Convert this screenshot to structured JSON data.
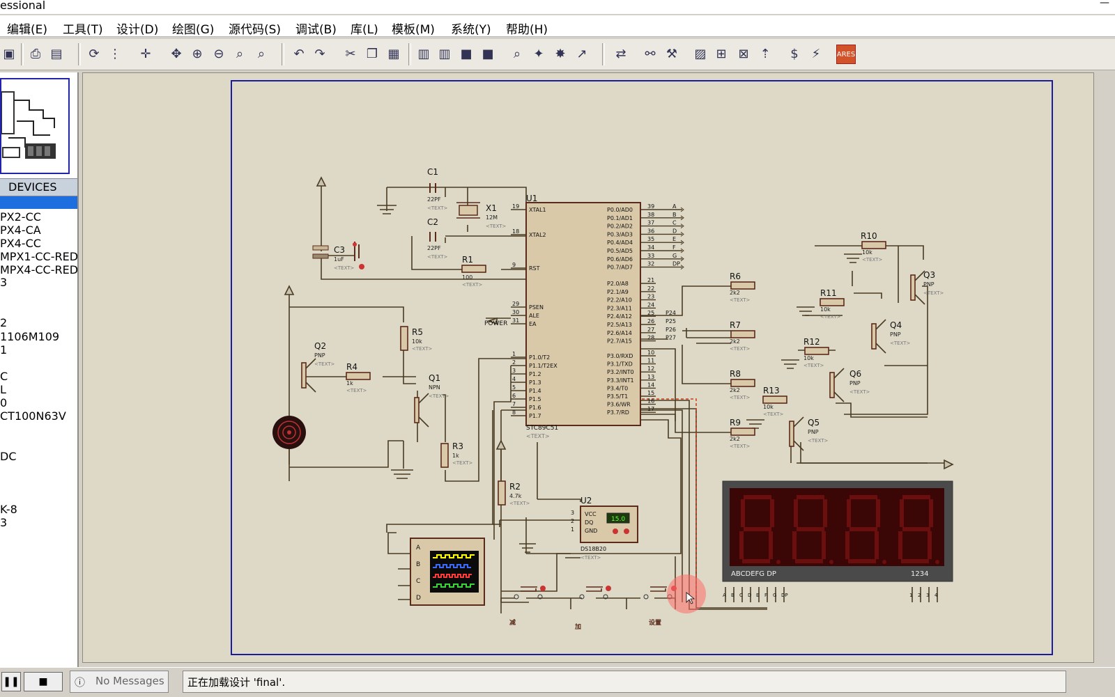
{
  "window": {
    "title_fragment": "essional"
  },
  "menu": [
    "编辑(E)",
    "工具(T)",
    "设计(D)",
    "绘图(G)",
    "源代码(S)",
    "调试(B)",
    "库(L)",
    "模板(M)",
    "系统(Y)",
    "帮助(H)"
  ],
  "devices_header": "DEVICES",
  "devices": [
    "PX2-CC",
    "PX4-CA",
    "PX4-CC",
    "MPX1-CC-RED",
    "MPX4-CC-RED",
    "3",
    "2",
    "1106M109",
    "1",
    "C",
    "L",
    "0",
    "CT100N63V",
    "DC",
    "K-8",
    "3"
  ],
  "status": {
    "messages": "No Messages",
    "text": "正在加载设计 'final'."
  },
  "schematic": {
    "u1": {
      "ref": "U1",
      "part": "STC89C51",
      "text": "<TEXT>",
      "left_pins": [
        {
          "num": "19",
          "name": "XTAL1"
        },
        {
          "num": "18",
          "name": "XTAL2"
        },
        {
          "num": "9",
          "name": "RST"
        },
        {
          "num": "29",
          "name": "PSEN"
        },
        {
          "num": "30",
          "name": "ALE"
        },
        {
          "num": "31",
          "name": "EA"
        },
        {
          "num": "1",
          "name": "P1.0/T2"
        },
        {
          "num": "2",
          "name": "P1.1/T2EX"
        },
        {
          "num": "3",
          "name": "P1.2"
        },
        {
          "num": "4",
          "name": "P1.3"
        },
        {
          "num": "5",
          "name": "P1.4"
        },
        {
          "num": "6",
          "name": "P1.5"
        },
        {
          "num": "7",
          "name": "P1.6"
        },
        {
          "num": "8",
          "name": "P1.7"
        }
      ],
      "right_pins": [
        {
          "num": "39",
          "name": "P0.0/AD0"
        },
        {
          "num": "38",
          "name": "P0.1/AD1"
        },
        {
          "num": "37",
          "name": "P0.2/AD2"
        },
        {
          "num": "36",
          "name": "P0.3/AD3"
        },
        {
          "num": "35",
          "name": "P0.4/AD4"
        },
        {
          "num": "34",
          "name": "P0.5/AD5"
        },
        {
          "num": "33",
          "name": "P0.6/AD6"
        },
        {
          "num": "32",
          "name": "P0.7/AD7"
        },
        {
          "num": "21",
          "name": "P2.0/A8"
        },
        {
          "num": "22",
          "name": "P2.1/A9"
        },
        {
          "num": "23",
          "name": "P2.2/A10"
        },
        {
          "num": "24",
          "name": "P2.3/A11"
        },
        {
          "num": "25",
          "name": "P2.4/A12"
        },
        {
          "num": "26",
          "name": "P2.5/A13"
        },
        {
          "num": "27",
          "name": "P2.6/A14"
        },
        {
          "num": "28",
          "name": "P2.7/A15"
        },
        {
          "num": "10",
          "name": "P3.0/RXD"
        },
        {
          "num": "11",
          "name": "P3.1/TXD"
        },
        {
          "num": "12",
          "name": "P3.2/INT0"
        },
        {
          "num": "13",
          "name": "P3.3/INT1"
        },
        {
          "num": "14",
          "name": "P3.4/T0"
        },
        {
          "num": "15",
          "name": "P3.5/T1"
        },
        {
          "num": "16",
          "name": "P3.6/WR"
        },
        {
          "num": "17",
          "name": "P3.7/RD"
        }
      ]
    },
    "bus_labels": [
      "A",
      "B",
      "C",
      "D",
      "E",
      "F",
      "G",
      "DP"
    ],
    "p2_labels": [
      "P24",
      "P25",
      "P26",
      "P27"
    ],
    "power_label": "POWER",
    "components": {
      "c1": {
        "ref": "C1",
        "val": "22PF"
      },
      "c2": {
        "ref": "C2",
        "val": "22PF"
      },
      "c3": {
        "ref": "C3",
        "val": "1uF"
      },
      "x1": {
        "ref": "X1",
        "val": "12M"
      },
      "r1": {
        "ref": "R1",
        "val": "100"
      },
      "r2": {
        "ref": "R2",
        "val": "4.7k"
      },
      "r3": {
        "ref": "R3",
        "val": "1k"
      },
      "r4": {
        "ref": "R4",
        "val": "1k"
      },
      "r5": {
        "ref": "R5",
        "val": "10k"
      },
      "r6": {
        "ref": "R6",
        "val": "2k2"
      },
      "r7": {
        "ref": "R7",
        "val": "2k2"
      },
      "r8": {
        "ref": "R8",
        "val": "2k2"
      },
      "r9": {
        "ref": "R9",
        "val": "2k2"
      },
      "r10": {
        "ref": "R10",
        "val": "10k"
      },
      "r11": {
        "ref": "R11",
        "val": "10k"
      },
      "r12": {
        "ref": "R12",
        "val": "10k"
      },
      "r13": {
        "ref": "R13",
        "val": "10k"
      },
      "q1": {
        "ref": "Q1",
        "type": "NPN"
      },
      "q2": {
        "ref": "Q2",
        "type": "PNP"
      },
      "q3": {
        "ref": "Q3",
        "type": "PNP"
      },
      "q4": {
        "ref": "Q4",
        "type": "PNP"
      },
      "q5": {
        "ref": "Q5",
        "type": "PNP"
      },
      "q6": {
        "ref": "Q6",
        "type": "PNP"
      },
      "u2": {
        "ref": "U2",
        "part": "DS18B20",
        "reading": "15.0",
        "pins": [
          "VCC",
          "DQ",
          "GND"
        ]
      }
    },
    "scope_channels": [
      "A",
      "B",
      "C",
      "D"
    ],
    "display": {
      "segments": "ABCDEFG DP",
      "digits": "1234",
      "digit_labels": [
        "1",
        "2",
        "3",
        "4"
      ]
    },
    "text_placeholder": "<TEXT>"
  }
}
